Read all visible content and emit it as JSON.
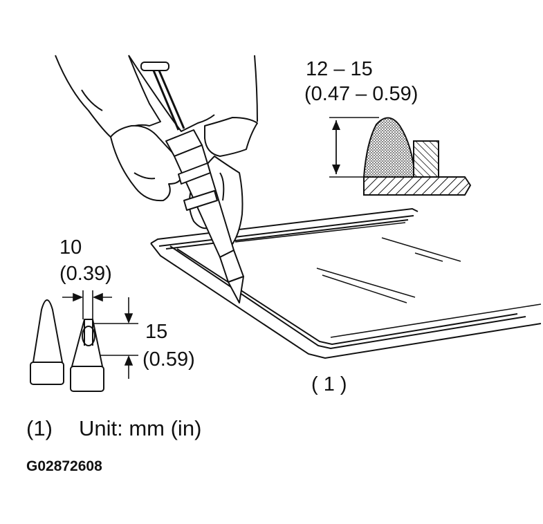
{
  "bead_size": {
    "range": "12 – 15",
    "range_in": "(0.47 – 0.59)"
  },
  "nozzle": {
    "width": "10",
    "width_in": "(0.39)",
    "height": "15",
    "height_in": "(0.59)"
  },
  "callout": "( 1 )",
  "legend": {
    "ref": "(1)",
    "unit": "Unit: mm (in)"
  },
  "figure_id": "G02872608",
  "colors": {
    "ink": "#111111",
    "paper": "#ffffff",
    "bead_stipple": "#555555"
  }
}
